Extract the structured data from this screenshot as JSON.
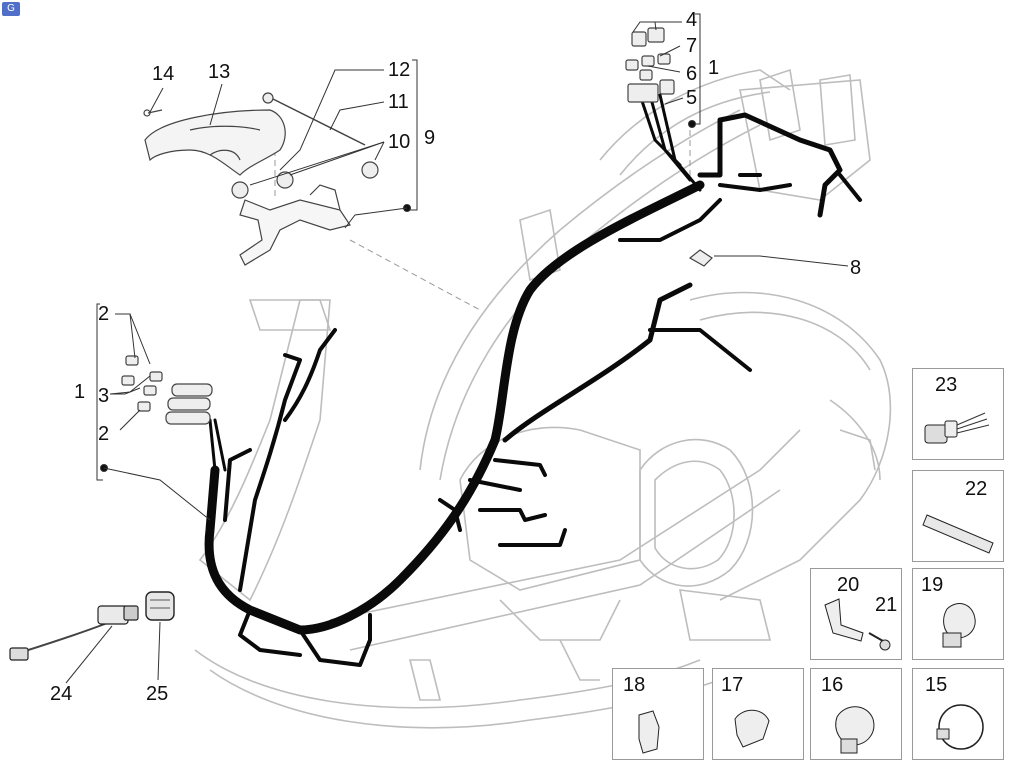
{
  "diagram": {
    "callouts": [
      {
        "id": "c4",
        "text": "4"
      },
      {
        "id": "c7",
        "text": "7"
      },
      {
        "id": "c6",
        "text": "6"
      },
      {
        "id": "c1a",
        "text": "1"
      },
      {
        "id": "c5",
        "text": "5"
      },
      {
        "id": "c12",
        "text": "12"
      },
      {
        "id": "c11",
        "text": "11"
      },
      {
        "id": "c10",
        "text": "10"
      },
      {
        "id": "c9",
        "text": "9"
      },
      {
        "id": "c14",
        "text": "14"
      },
      {
        "id": "c13",
        "text": "13"
      },
      {
        "id": "c8",
        "text": "8"
      },
      {
        "id": "c2a",
        "text": "2"
      },
      {
        "id": "c1b",
        "text": "1"
      },
      {
        "id": "c3",
        "text": "3"
      },
      {
        "id": "c2b",
        "text": "2"
      },
      {
        "id": "c24",
        "text": "24"
      },
      {
        "id": "c25",
        "text": "25"
      }
    ],
    "boxes": [
      {
        "id": "b23",
        "text": "23",
        "icon": "connector-with-leads-icon"
      },
      {
        "id": "b22",
        "text": "22",
        "icon": "sleeve-tube-icon"
      },
      {
        "id": "b20",
        "text": "20",
        "icon": "bracket-icon"
      },
      {
        "id": "b21",
        "text": "21",
        "icon": "screw-icon"
      },
      {
        "id": "b19",
        "text": "19",
        "icon": "clamp-icon"
      },
      {
        "id": "b18",
        "text": "18",
        "icon": "clip-icon"
      },
      {
        "id": "b17",
        "text": "17",
        "icon": "cable-clip-icon"
      },
      {
        "id": "b16",
        "text": "16",
        "icon": "cable-clamp-icon"
      },
      {
        "id": "b15",
        "text": "15",
        "icon": "cable-tie-icon"
      }
    ],
    "colors": {
      "harness": "#0a0a0a",
      "frame": "#b8b8b8",
      "leader": "#333333",
      "box_border": "#9a9a9a"
    }
  }
}
